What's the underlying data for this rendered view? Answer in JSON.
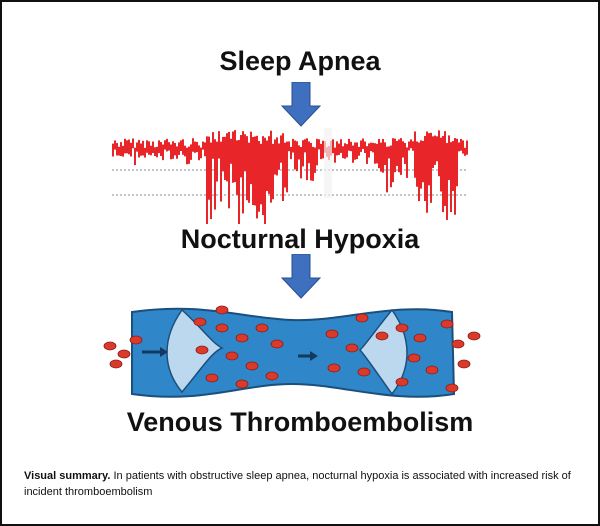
{
  "diagram": {
    "stage1": "Sleep Apnea",
    "stage2": "Nocturnal Hypoxia",
    "stage3": "Venous Thromboembolism"
  },
  "caption": {
    "lead": "Visual summary.",
    "text": "In patients with obstructive sleep apnea, nocturnal hypoxia is associated with increased risk of incident thromboembolism"
  },
  "colors": {
    "arrow": "#3f6fbf",
    "trace": "#e8262a",
    "vessel": "#2f86c9",
    "blood_cell": "#d93a2b"
  }
}
